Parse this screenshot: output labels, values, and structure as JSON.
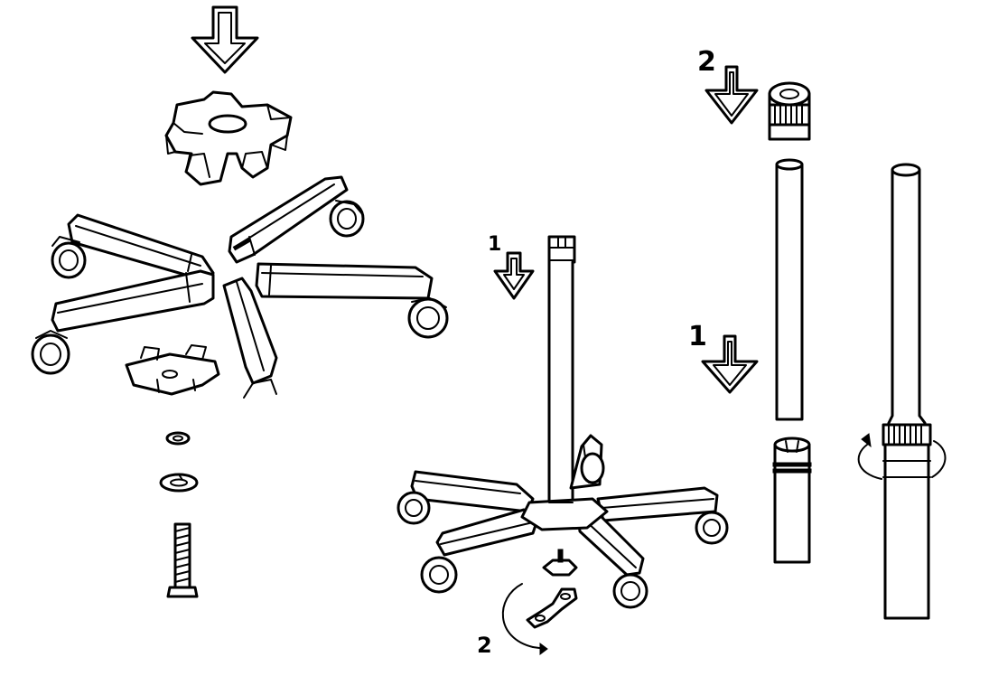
{
  "panels": {
    "base_assembly": {},
    "pole_mount": {
      "step_1": "1",
      "step_2": "2"
    },
    "pole_extension": {
      "step_1": "1",
      "step_2": "2"
    }
  }
}
